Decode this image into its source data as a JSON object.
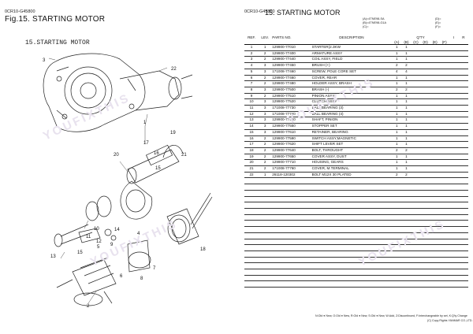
{
  "left_page": {
    "doc_code": "0CR10-G45800",
    "figure_title": "Fig.15.  STARTING MOTOR",
    "diagram_title": "15.STARTING MOTOR",
    "callouts": [
      "3",
      "22",
      "1",
      "20",
      "17",
      "19",
      "15",
      "16",
      "21",
      "11",
      "12",
      "10",
      "5",
      "14",
      "4",
      "9",
      "18",
      "13",
      "15",
      "7",
      "8",
      "6",
      "2"
    ]
  },
  "right_page": {
    "doc_code": "0CR10-G45800",
    "title": "15.  STARTING MOTOR",
    "model_notes": [
      "(A)=4TNE98-SA",
      "(B)=4TNE98-G1A",
      "(C)="
    ],
    "model_notes_right": [
      "(D)=",
      "(E)=",
      "(F)="
    ],
    "headers": {
      "ref": "REF.",
      "lev": "LEV.",
      "part_no": "PARTS NO.",
      "desc": "DESCRIPTION",
      "qty": "Q'TY",
      "i": "I",
      "r": "R",
      "cols": [
        "(A)",
        "(B)",
        "(C)",
        "(D)",
        "(E)",
        "(F)"
      ]
    },
    "rows": [
      {
        "ref": "1",
        "lev": "1",
        "pn": "129900-77010",
        "desc": "STARTER(2.3KW",
        "a": "1",
        "b": "1"
      },
      {
        "ref": "2",
        "lev": "2",
        "pn": "129900-77400",
        "desc": "ARMATURE ASSY",
        "a": "1",
        "b": "1"
      },
      {
        "ref": "3",
        "lev": "2",
        "pn": "129900-77440",
        "desc": "COIL ASSY, FIELD",
        "a": "1",
        "b": "1"
      },
      {
        "ref": "4",
        "lev": "3",
        "pn": "129900-77450",
        "desc": "BRUSH (+)",
        "a": "2",
        "b": "2"
      },
      {
        "ref": "5",
        "lev": "3",
        "pn": "171008-77460",
        "desc": "SCREW, POLE CORE SET",
        "a": "4",
        "b": "4"
      },
      {
        "ref": "6",
        "lev": "2",
        "pn": "129900-77460",
        "desc": "COVER, REAR",
        "a": "1",
        "b": "1"
      },
      {
        "ref": "7",
        "lev": "2",
        "pn": "129900-77480",
        "desc": "HOLDER ASSY, BRASH",
        "a": "1",
        "b": "1"
      },
      {
        "ref": "8",
        "lev": "3",
        "pn": "129900-77500",
        "desc": "BRASH (-)",
        "a": "2",
        "b": "2"
      },
      {
        "ref": "9",
        "lev": "2",
        "pn": "129900-77510",
        "desc": "PINION ASSY",
        "a": "1",
        "b": "1"
      },
      {
        "ref": "10",
        "lev": "3",
        "pn": "129900-77520",
        "desc": "CLUTCH ASSY",
        "a": "1",
        "b": "1"
      },
      {
        "ref": "11",
        "lev": "3",
        "pn": "171008-77730",
        "desc": "BALL BEARING (3)",
        "a": "1",
        "b": "1"
      },
      {
        "ref": "12",
        "lev": "3",
        "pn": "171008-77740",
        "desc": "BALL BEARING (4)",
        "a": "1",
        "b": "1"
      },
      {
        "ref": "13",
        "lev": "3",
        "pn": "129900-77540",
        "desc": "SHAFT, PINION",
        "a": "1",
        "b": "1"
      },
      {
        "ref": "14",
        "lev": "3",
        "pn": "129900-77550",
        "desc": "STOPPER SET",
        "a": "1",
        "b": "1"
      },
      {
        "ref": "15",
        "lev": "3",
        "pn": "129900-77610",
        "desc": "RETAINER, BEARING",
        "a": "1",
        "b": "1"
      },
      {
        "ref": "16",
        "lev": "2",
        "pn": "129900-77590",
        "desc": "SWITCH ASSY,MAGNETIC",
        "a": "1",
        "b": "1"
      },
      {
        "ref": "17",
        "lev": "2",
        "pn": "129900-77620",
        "desc": "SHIFT LEVER SET",
        "a": "1",
        "b": "1"
      },
      {
        "ref": "18",
        "lev": "2",
        "pn": "129900-77640",
        "desc": "BOLT, THROUGHT",
        "a": "2",
        "b": "2"
      },
      {
        "ref": "19",
        "lev": "2",
        "pn": "129900-77650",
        "desc": "COVER ASSY, DUST",
        "a": "1",
        "b": "1"
      },
      {
        "ref": "20",
        "lev": "2",
        "pn": "129900-77710",
        "desc": "HOUSING, GEARS",
        "a": "1",
        "b": "1"
      },
      {
        "ref": "21",
        "lev": "2",
        "pn": "171008-77760",
        "desc": "COVER, M.TERMINAL",
        "a": "1",
        "b": "1"
      },
      {
        "ref": "22",
        "lev": "1",
        "pn": "26118-120302",
        "desc": "BOLT M12X 30 PLATED",
        "a": "2",
        "b": "2"
      }
    ],
    "empty_rows": 18,
    "footer": "N:Old ● New, O:Old ● New, R:Old ● New, S:Old ● New, W:Add, Z:Discontinued, F:Interchangeable by set, K:Q'ty Change",
    "copyright": "(C) Copy Rights YANMAR CO.,LTD."
  },
  "watermark": "YOUFIXTHIS"
}
